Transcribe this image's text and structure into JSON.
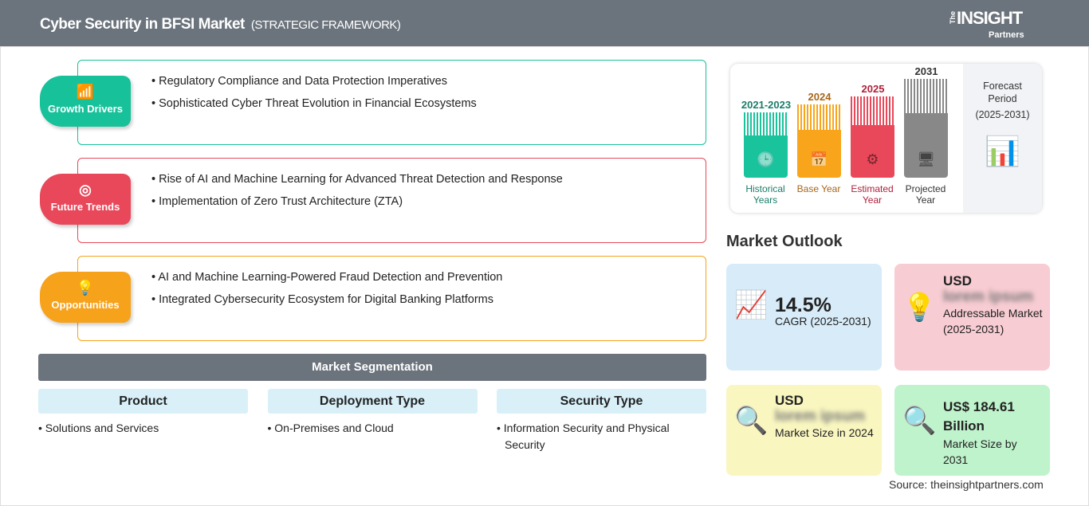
{
  "header": {
    "title": "Cyber Security in BFSI Market",
    "subtitle": "(STRATEGIC FRAMEWORK)",
    "logo_main": "INSIGHT",
    "logo_the": "The",
    "logo_sub": "Partners"
  },
  "sections": [
    {
      "label": "Growth Drivers",
      "icon": "chart-growth-icon",
      "color": "#17c19a",
      "items": [
        "Regulatory Compliance and Data Protection Imperatives",
        "Sophisticated Cyber Threat Evolution in Financial Ecosystems"
      ]
    },
    {
      "label": "Future Trends",
      "icon": "target-icon",
      "color": "#e8485a",
      "items": [
        "Rise of AI and Machine Learning for Advanced Threat Detection and Response",
        "Implementation of Zero Trust Architecture (ZTA)"
      ]
    },
    {
      "label": "Opportunities",
      "icon": "lightbulb-hand-icon",
      "color": "#f7a21b",
      "items": [
        "AI and Machine Learning-Powered Fraud Detection and Prevention",
        "Integrated Cybersecurity Ecosystem for Digital Banking Platforms"
      ]
    }
  ],
  "segmentation": {
    "title": "Market Segmentation",
    "columns": [
      {
        "header": "Product",
        "items": [
          "Solutions and Services"
        ]
      },
      {
        "header": "Deployment Type",
        "items": [
          "On-Premises and Cloud"
        ]
      },
      {
        "header": "Security Type",
        "items": [
          "Information Security and Physical Security"
        ]
      }
    ]
  },
  "timeline": {
    "bars": [
      {
        "year": "2021-2023",
        "label": "Historical Years",
        "color": "#19c39c",
        "text_color": "#1a7d6a"
      },
      {
        "year": "2024",
        "label": "Base Year",
        "color": "#f8a51c",
        "text_color": "#a7661a"
      },
      {
        "year": "2025",
        "label": "Estimated Year",
        "color": "#e8485a",
        "text_color": "#b0203a"
      },
      {
        "year": "2031",
        "label": "Projected Year",
        "color": "#888888",
        "text_color": "#333333"
      }
    ],
    "forecast_title": "Forecast Period",
    "forecast_range": "(2025-2031)"
  },
  "outlook": {
    "title": "Market Outlook",
    "cagr": {
      "value": "14.5%",
      "label": "CAGR (2025-2031)"
    },
    "addressable": {
      "prefix": "USD",
      "value": "lorem ipsum",
      "label": "Addressable Market (2025-2031)"
    },
    "size_2024": {
      "prefix": "USD",
      "value": "lorem ipsum",
      "label": "Market Size in 2024"
    },
    "size_2031": {
      "value": "US$ 184.61 Billion",
      "label": "Market Size by 2031"
    }
  },
  "source": "Source: theinsightpartners.com"
}
